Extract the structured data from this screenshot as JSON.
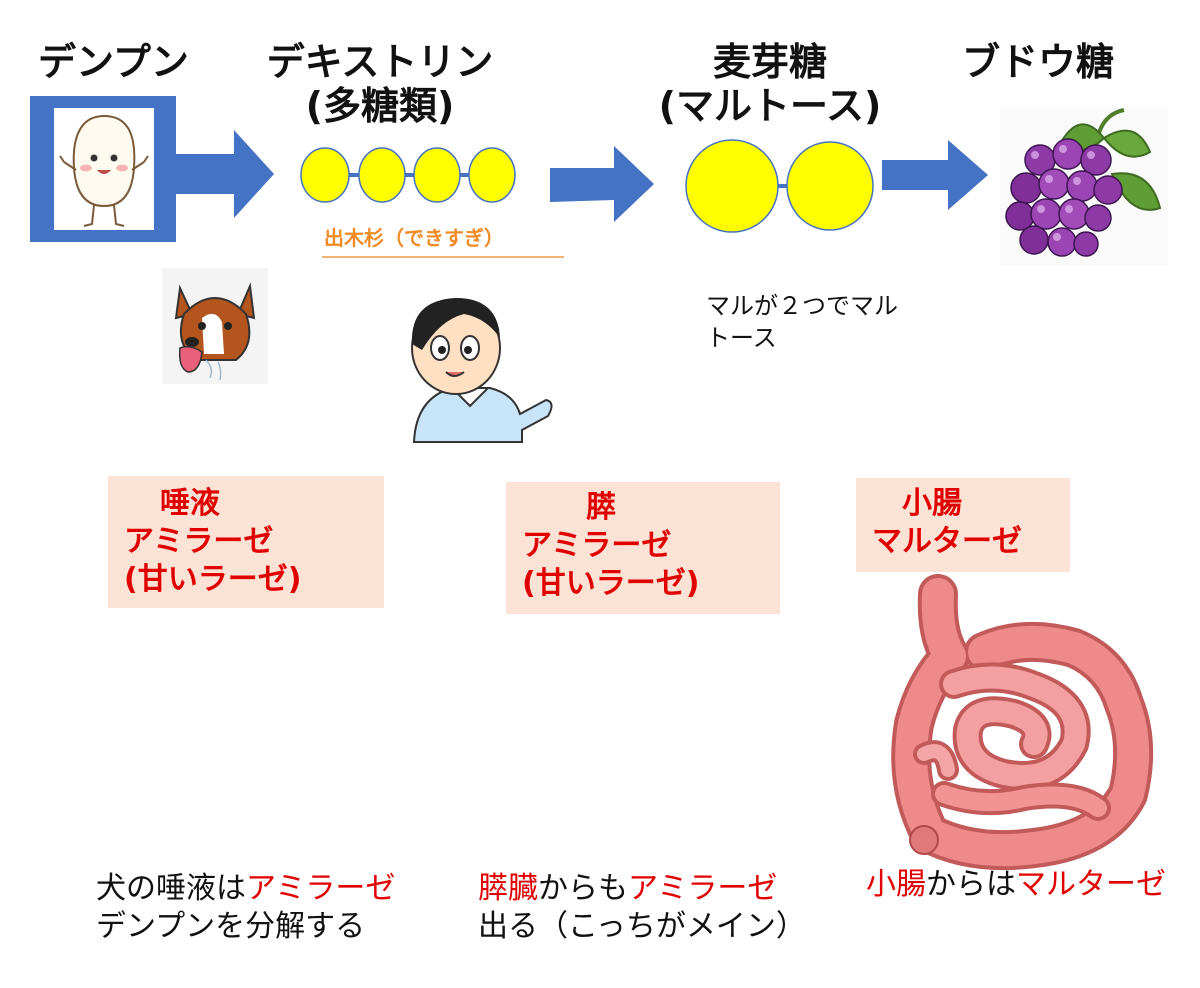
{
  "stages": {
    "starch": "デンプン",
    "dextrin": "デキストリン",
    "dextrin_sub": "(多糖類)",
    "maltose": "麦芽糖",
    "maltose_sub": "(マルトース)",
    "glucose": "ブドウ糖"
  },
  "mnemonic": "出木杉（できすぎ）",
  "maltose_note_line1": "マルが２つでマル",
  "maltose_note_line2": "トース",
  "enzymes": {
    "saliva": {
      "line1": "唾液",
      "line2": "アミラーゼ",
      "line3": "(甘いラーゼ)"
    },
    "pancreas": {
      "line1": "膵",
      "line2": "アミラーゼ",
      "line3": "(甘いラーゼ)"
    },
    "intestine": {
      "line1": "小腸",
      "line2": "マルターゼ"
    }
  },
  "captions": {
    "dog": {
      "p1": "犬の唾液は",
      "p1_red": "アミラーゼ",
      "line2": "デンプンを分解する"
    },
    "pancreas": {
      "p1_red": "膵臓",
      "p1": "からも",
      "p1_red2": "アミラーゼ",
      "line2": "出る（こっちがメイン）"
    },
    "intestine": {
      "p1_red": "小腸",
      "p1": "からは",
      "p1_red2": "マルターゼ"
    }
  },
  "colors": {
    "arrow": "#4472c4",
    "sugar_ball": "#ffff00",
    "box_bg": "#fde3d6",
    "red_text": "#e00000",
    "mnemonic": "#f08a24"
  }
}
